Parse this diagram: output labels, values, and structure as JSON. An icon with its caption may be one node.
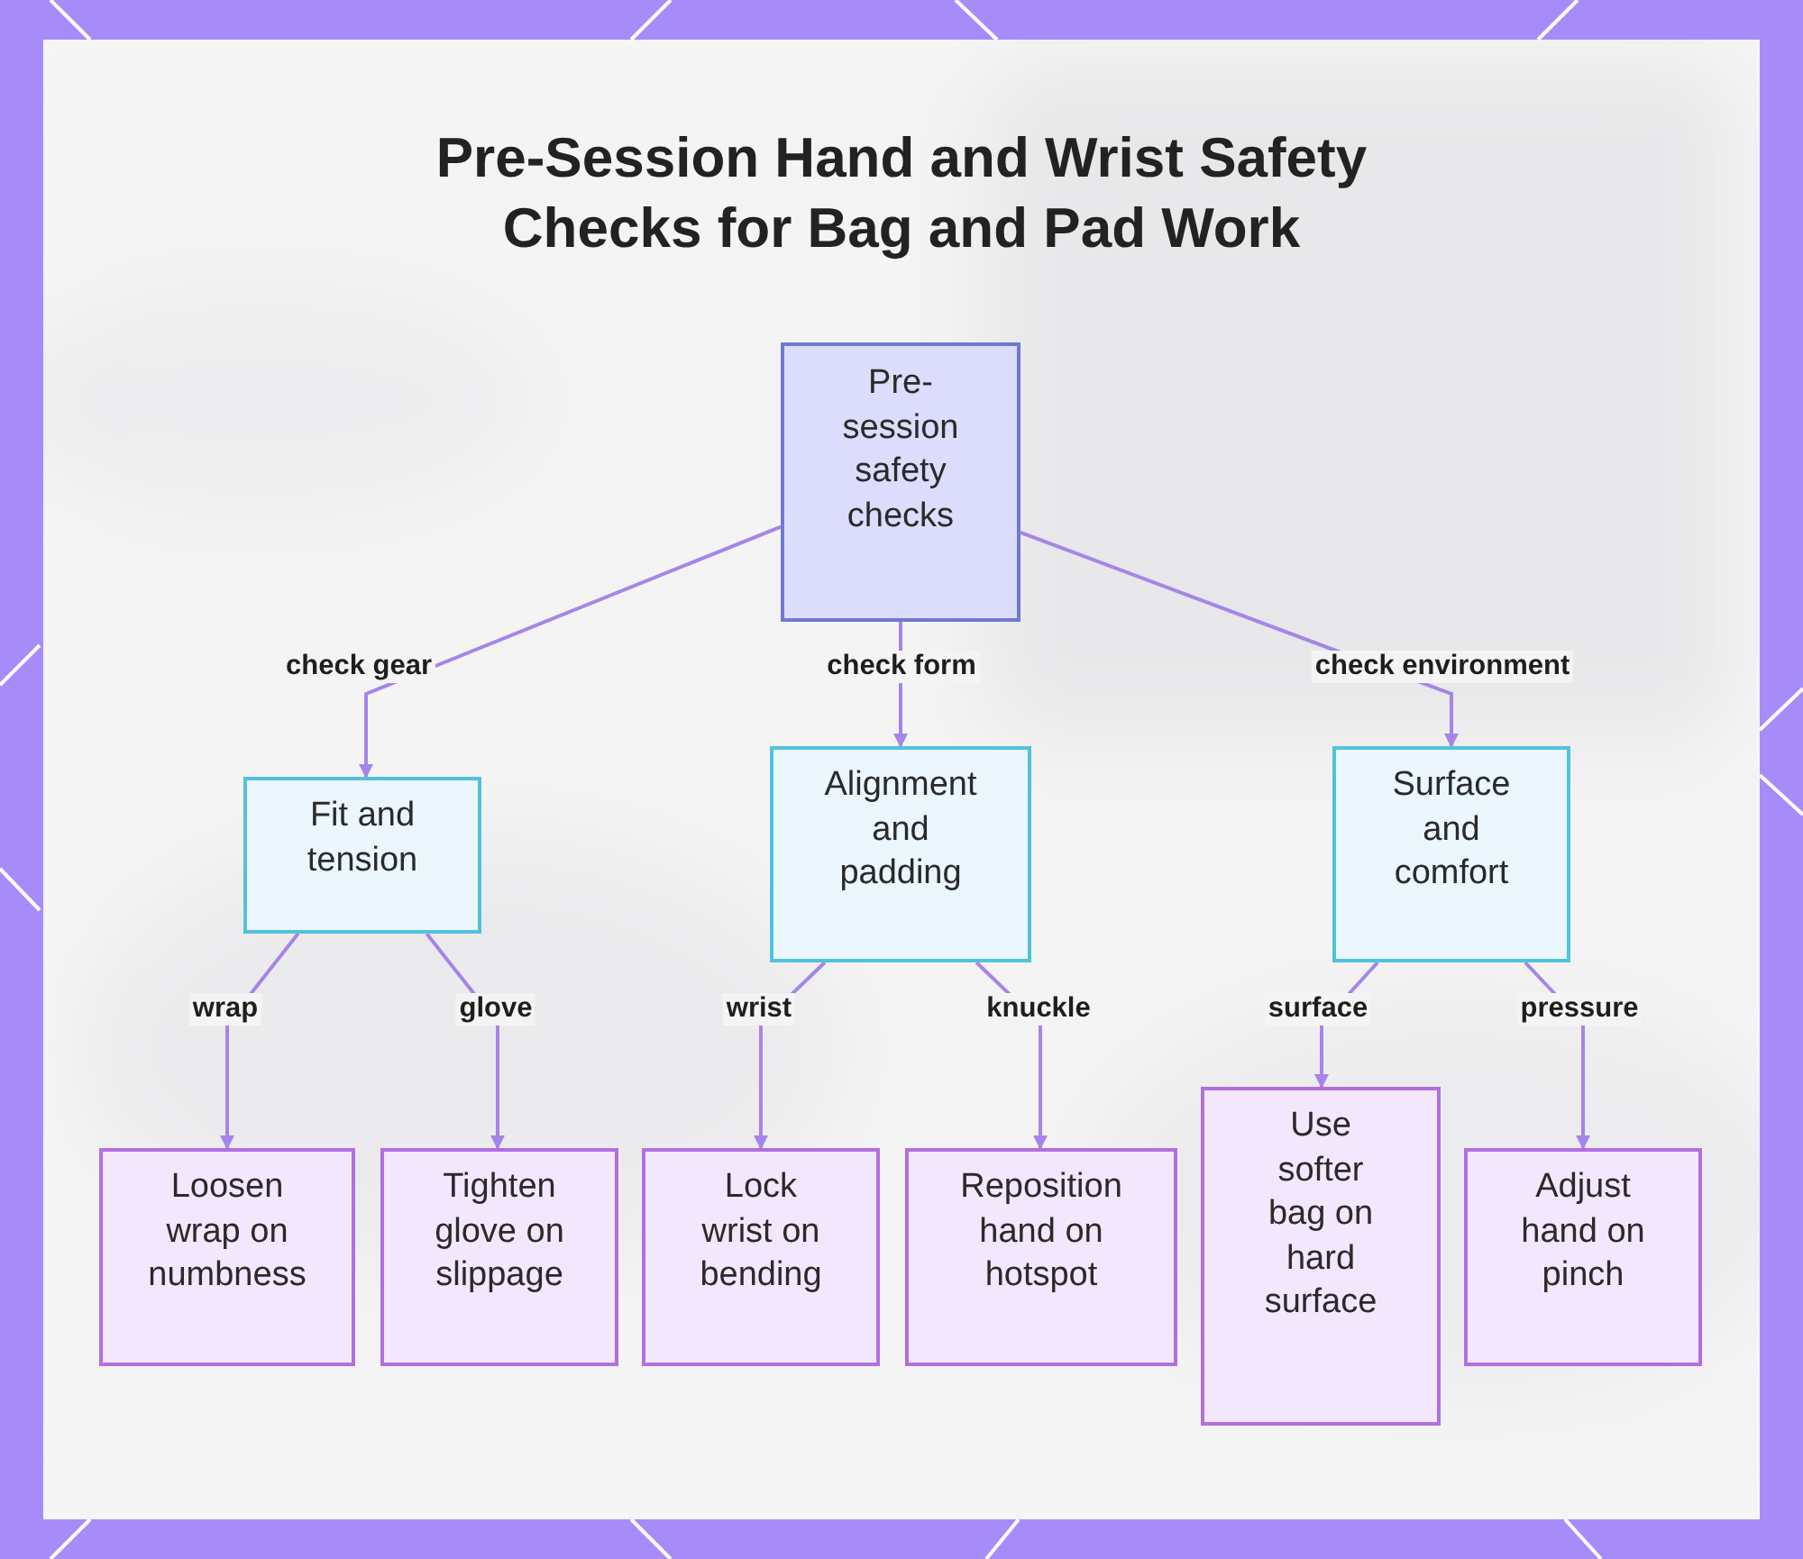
{
  "diagram": {
    "title": "Pre-Session Hand and Wrist Safety Checks for Bag and Pad Work",
    "nodes": [
      {
        "text": [
          "Pre-session safety checks"
        ]
      },
      {
        "text": [
          "Fit and tension"
        ]
      },
      {
        "text": [
          "Alignment and padding"
        ]
      },
      {
        "text": [
          "Surface and comfort"
        ]
      },
      {
        "text": [
          "Loosen wrap on numbness"
        ]
      },
      {
        "text": [
          "Tighten glove on slippage"
        ]
      },
      {
        "text": [
          "Lock wrist on bending"
        ]
      },
      {
        "text": [
          "Reposition hand on hotspot"
        ]
      },
      {
        "text": [
          "Use softer bag on hard surface"
        ]
      },
      {
        "text": [
          "Adjust hand on pinch"
        ]
      }
    ],
    "edges": [
      {
        "from": 0,
        "to": 1,
        "arrow": "to",
        "label": "check gear"
      },
      {
        "from": 0,
        "to": 2,
        "arrow": "to",
        "label": "check form"
      },
      {
        "from": 0,
        "to": 3,
        "arrow": "to",
        "label": "check environment"
      },
      {
        "from": 1,
        "to": 4,
        "arrow": "to",
        "label": "wrap"
      },
      {
        "from": 1,
        "to": 5,
        "arrow": "to",
        "label": "glove"
      },
      {
        "from": 2,
        "to": 6,
        "arrow": "to",
        "label": "wrist"
      },
      {
        "from": 2,
        "to": 7,
        "arrow": "to",
        "label": "knuckle"
      },
      {
        "from": 3,
        "to": 8,
        "arrow": "to",
        "label": "surface"
      },
      {
        "from": 3,
        "to": 9,
        "arrow": "to",
        "label": "pressure"
      }
    ]
  }
}
